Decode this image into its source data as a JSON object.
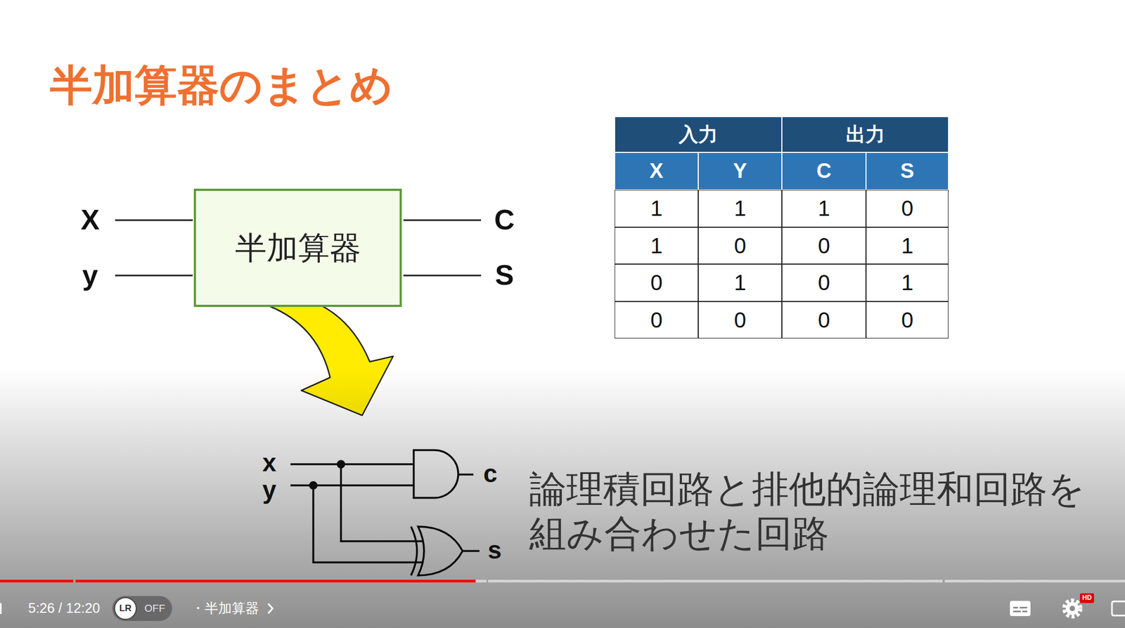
{
  "diagram": {
    "title": "半加算器のまとめ",
    "nodes": [
      {
        "text": [
          "半加算器"
        ]
      }
    ],
    "labels": [
      "X",
      "y",
      "C",
      "S",
      "入力",
      "出力",
      "X",
      "Y",
      "C",
      "S",
      "1",
      "1",
      "1",
      "0",
      "1",
      "0",
      "0",
      "1",
      "0",
      "1",
      "0",
      "1",
      "0",
      "0",
      "0",
      "0",
      "x",
      "y",
      "c",
      "s",
      "論理積回路と排他的論理和回路を 組み合わせた回路",
      "5:26 / 12:20",
      "LR",
      "OFF",
      "・半加算器",
      "HD"
    ]
  }
}
